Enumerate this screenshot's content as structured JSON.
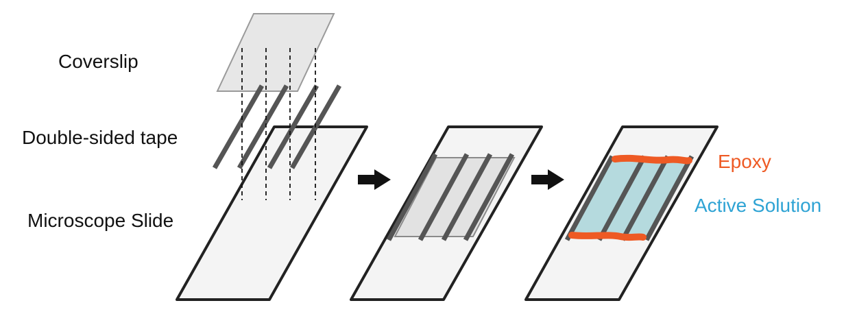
{
  "labels": {
    "coverslip": "Coverslip",
    "tape": "Double-sided tape",
    "slide": "Microscope Slide",
    "epoxy": "Epoxy",
    "active_solution": "Active Solution"
  },
  "colors": {
    "outline": "#222222",
    "slide_fill": "#f4f4f4",
    "coverslip_fill": "#e4e4e4",
    "coverslip_stroke": "#9a9a9a",
    "tape": "#555555",
    "epoxy": "#ee5a24",
    "solution": "#b5dade",
    "solution_text": "#2ea3d4",
    "arrow": "#111111"
  },
  "icons": [
    "right-arrow-icon",
    "right-arrow-icon"
  ]
}
